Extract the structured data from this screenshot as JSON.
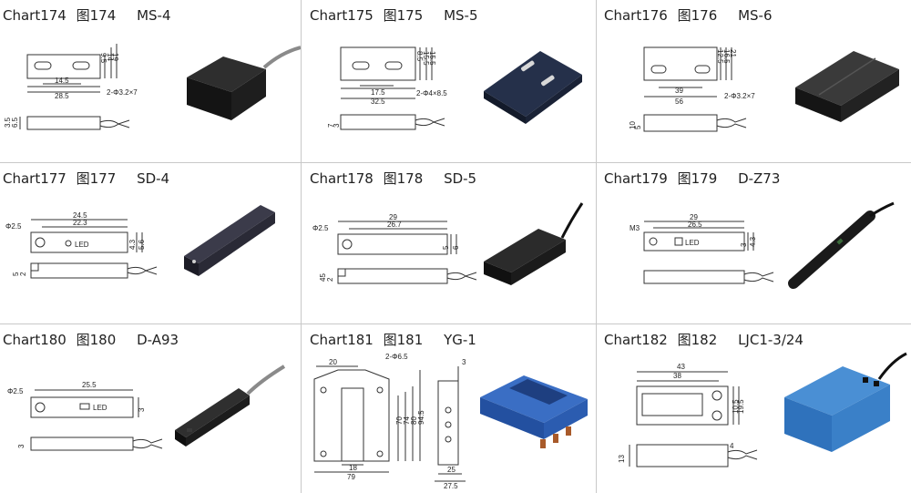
{
  "cells": [
    {
      "chart": "Chart174",
      "cn": "图174",
      "model": "MS-4",
      "dims": {
        "w1": "14.5",
        "w2": "28.5",
        "h1": "9.5",
        "h2": "14",
        "h3": "19",
        "hole": "2-Φ3.2×7",
        "s1": "3.5",
        "s2": "6.5"
      }
    },
    {
      "chart": "Chart175",
      "cn": "图175",
      "model": "MS-5",
      "dims": {
        "w1": "17.5",
        "w2": "32.5",
        "h1": "8.5",
        "h2": "15.5",
        "h3": "15.5",
        "hole": "2-Φ4×8.5",
        "s1": "7",
        "s2": "3"
      }
    },
    {
      "chart": "Chart176",
      "cn": "图176",
      "model": "MS-6",
      "dims": {
        "w1": "39",
        "w2": "56",
        "h1": "12.5",
        "h2": "16.5",
        "h3": "21",
        "hole": "2-Φ3.2×7",
        "s1": "10",
        "s2": "5"
      }
    },
    {
      "chart": "Chart177",
      "cn": "图177",
      "model": "SD-4",
      "dims": {
        "w1": "24.5",
        "w2": "22.3",
        "hole": "Φ2.5",
        "led": "LED",
        "h1": "4.3",
        "h2": "5.6",
        "s1": "5",
        "s2": "2"
      }
    },
    {
      "chart": "Chart178",
      "cn": "图178",
      "model": "SD-5",
      "dims": {
        "w1": "29",
        "w2": "26.7",
        "hole": "Φ2.5",
        "h1": "5",
        "h2": "6",
        "s1": "45",
        "s2": "2"
      }
    },
    {
      "chart": "Chart179",
      "cn": "图179",
      "model": "D-Z73",
      "dims": {
        "w1": "29",
        "w2": "26.5",
        "hole": "M3",
        "led": "LED",
        "h1": "3",
        "h2": "4.3"
      }
    },
    {
      "chart": "Chart180",
      "cn": "图180",
      "model": "D-A93",
      "dims": {
        "w1": "25.5",
        "hole": "Φ2.5",
        "led": "LED",
        "h1": "3",
        "s1": "3"
      }
    },
    {
      "chart": "Chart181",
      "cn": "图181",
      "model": "YG-1",
      "dims": {
        "w1": "20",
        "hole": "2-Φ6.5",
        "h1": "70",
        "h2": "74",
        "h3": "80",
        "h4": "94.5",
        "b1": "18",
        "b2": "79",
        "t1": "3",
        "t2": "25",
        "t3": "27.5"
      }
    },
    {
      "chart": "Chart182",
      "cn": "图182",
      "model": "LJC1-3/24",
      "dims": {
        "w1": "43",
        "w2": "38",
        "h1": "10.5",
        "h2": "19.5",
        "s1": "13",
        "s2": "4"
      }
    }
  ]
}
